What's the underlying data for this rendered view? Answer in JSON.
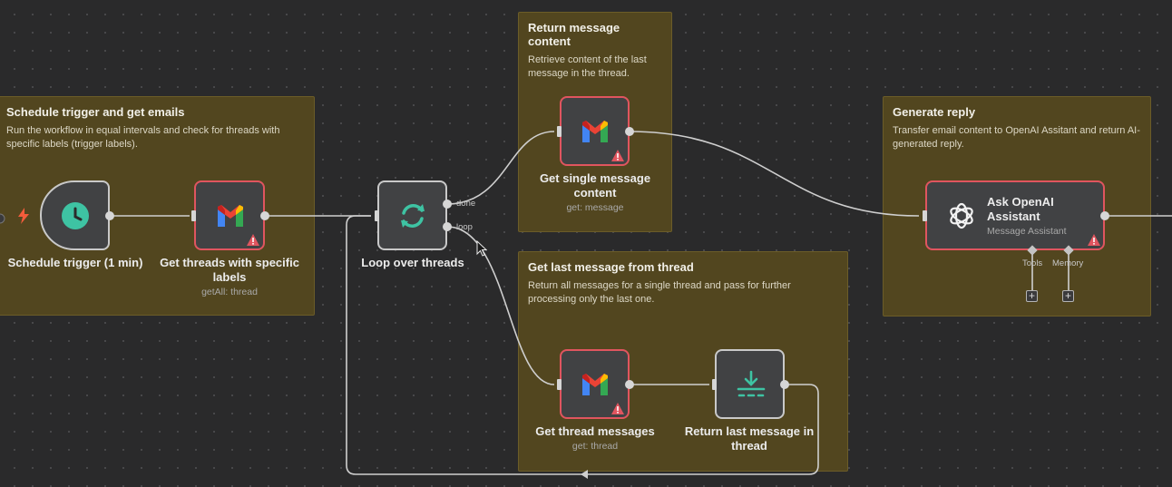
{
  "sticky_notes": [
    {
      "title": "Schedule trigger and get emails",
      "text": "Run the workflow in equal intervals and check for threads with specific labels (trigger labels)."
    },
    {
      "title": "Return message content",
      "text": "Retrieve content of the last message in the thread."
    },
    {
      "title": "Get last message from thread",
      "text": "Return all messages for a single thread and pass for further processing only the last one."
    },
    {
      "title": "Generate reply",
      "text": "Transfer email content to OpenAI Assitant and return AI-generated reply."
    }
  ],
  "nodes": {
    "schedule": {
      "name": "Schedule trigger (1 min)"
    },
    "get_threads": {
      "name": "Get threads with specific labels",
      "subtitle": "getAll: thread"
    },
    "loop": {
      "name": "Loop over threads",
      "port_done": "done",
      "port_loop": "loop"
    },
    "get_single": {
      "name": "Get single message content",
      "subtitle": "get: message"
    },
    "get_thread_msgs": {
      "name": "Get thread messages",
      "subtitle": "get: thread"
    },
    "return_last": {
      "name": "Return last message in thread"
    },
    "openai": {
      "name": "Ask OpenAI Assistant",
      "subtitle": "Message Assistant",
      "port_tools": "Tools",
      "port_memory": "Memory"
    }
  },
  "icons": {
    "gmail": "gmail-icon",
    "clock": "clock-icon",
    "loop": "loop-arrows-icon",
    "download": "download-icon",
    "openai": "openai-icon",
    "warning": "warning-icon",
    "bolt": "lightning-icon"
  },
  "colors": {
    "canvas": "#2a2a2b",
    "sticky": "#52461f",
    "node_bg": "#414244",
    "node_border": "#c9c9c9",
    "error_border": "#e0555f",
    "accent_green": "#3ec3a3",
    "warning": "#e0555f",
    "bolt": "#f25c3b"
  }
}
